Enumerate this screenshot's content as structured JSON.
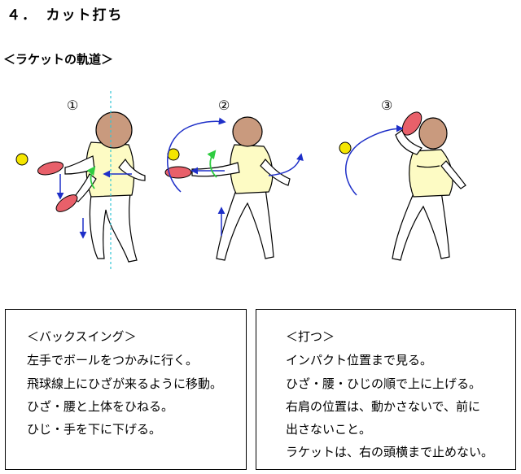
{
  "heading": "４．　カット打ち",
  "subheading": "＜ラケットの軌道＞",
  "steps": [
    "①",
    "②",
    "③"
  ],
  "backswing_box": {
    "title": "＜バックスイング＞",
    "lines": [
      "左手でボールをつかみに行く。",
      "飛球線上にひざが来るように移動。",
      "ひざ・腰と上体をひねる。",
      "ひじ・手を下に下げる。"
    ]
  },
  "hit_box": {
    "title": "＜打つ＞",
    "lines": [
      "インパクト位置まで見る。",
      "ひざ・腰・ひじの順で上に上げる。",
      "右肩の位置は、動かさないで、前に",
      "出さないこと。",
      "ラケットは、右の頭横まで止めない。"
    ]
  },
  "colors": {
    "skin": "#c99a7e",
    "shirt": "#fdfbc4",
    "racket": "#e8606a",
    "ball": "#f5e600",
    "arrow_blue": "#1e2fc8",
    "arrow_green": "#2ecc40",
    "guide_line": "#33c6d6"
  }
}
